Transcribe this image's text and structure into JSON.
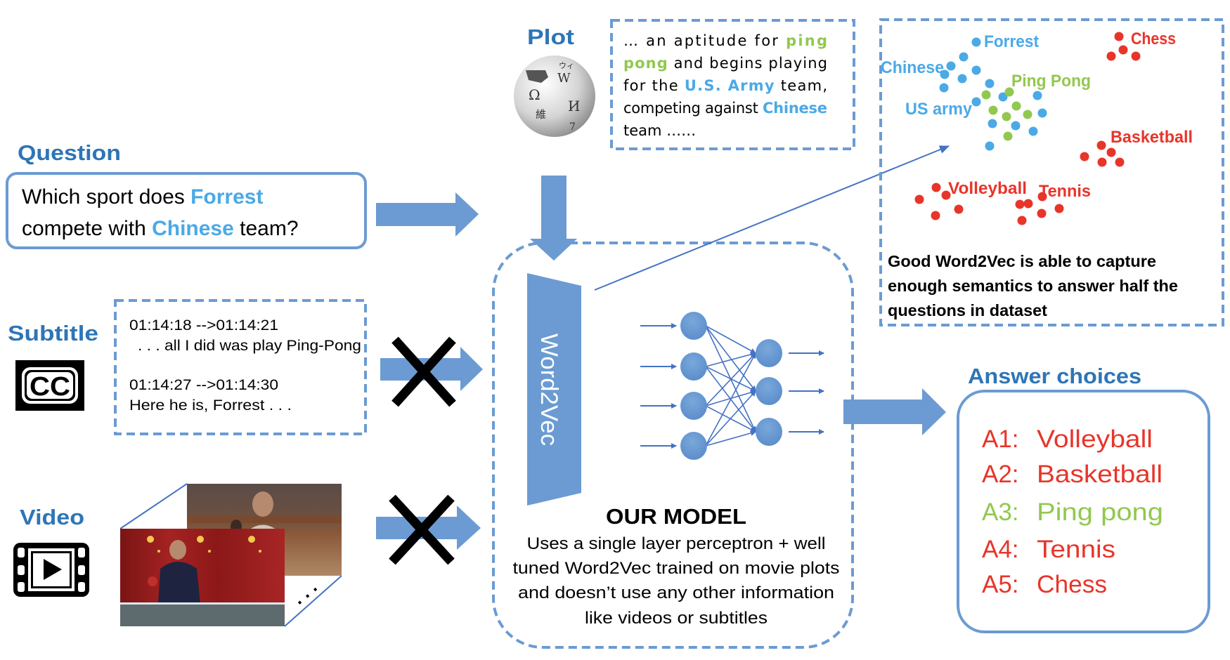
{
  "colors": {
    "heading": "#2E75B6",
    "highlight_blue": "#4BA9E6",
    "highlight_green": "#92C84F",
    "red": "#E8352A",
    "arrow": "#6B9BD2",
    "dash": "#6B9BD2"
  },
  "question": {
    "label": "Question",
    "line1": [
      "Which sport does ",
      "Forrest"
    ],
    "line2": [
      "compete with ",
      "Chinese",
      " team?"
    ]
  },
  "plot": {
    "label": "Plot",
    "logo_glyphs": [
      "Ω",
      "W",
      "И",
      "維",
      "ウィ",
      "7"
    ],
    "lines": [
      [
        "…  an  aptitude  for  ",
        "ping"
      ],
      [
        "pong",
        "  and  begins  playing"
      ],
      [
        "for  the  ",
        "U.S.  Army",
        "  team,"
      ],
      [
        "competing against ",
        "Chinese"
      ],
      [
        "team  ……"
      ]
    ]
  },
  "subtitle": {
    "label": "Subtitle",
    "icon_text": "CC",
    "lines": [
      "01:14:18 -->01:14:21",
      ". . . all I did was play Ping-Pong",
      "01:14:27 -->01:14:30",
      "Here he is, Forrest  . . ."
    ]
  },
  "video": {
    "label": "Video",
    "ellipsis": ". . ."
  },
  "model": {
    "side_label": "Word2Vec",
    "title": "OUR MODEL",
    "lines": [
      "Uses a single layer perceptron + well",
      "tuned Word2Vec trained on movie plots",
      "and doesn’t use any other information",
      "like videos or subtitles"
    ]
  },
  "embedding": {
    "labels": {
      "forrest": "Forrest",
      "chinese": "Chinese",
      "ping_pong": "Ping Pong",
      "us_army": "US army",
      "chess": "Chess",
      "basketball": "Basketball",
      "volleyball": "Volleyball",
      "tennis": "Tennis"
    },
    "caption": [
      "Good Word2Vec is able to capture",
      "enough semantics to answer half the",
      "questions in dataset"
    ]
  },
  "answers": {
    "label": "Answer choices",
    "items": [
      {
        "key": "A1:",
        "value": "Volleyball",
        "color": "#E8352A"
      },
      {
        "key": "A2:",
        "value": "Basketball",
        "color": "#E8352A"
      },
      {
        "key": "A3:",
        "value": "Ping pong",
        "color": "#92C84F"
      },
      {
        "key": "A4:",
        "value": "Tennis",
        "color": "#E8352A"
      },
      {
        "key": "A5:",
        "value": "Chess",
        "color": "#E8352A"
      }
    ]
  }
}
